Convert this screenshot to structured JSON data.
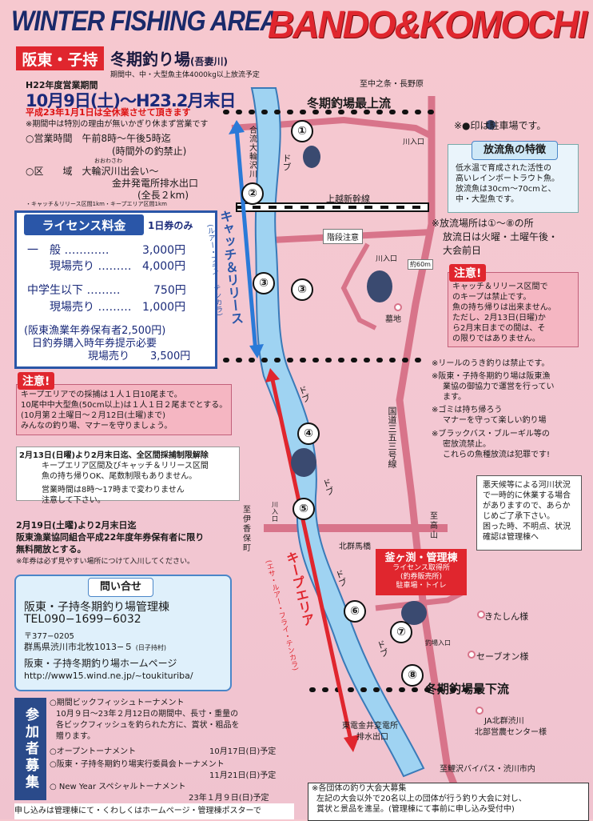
{
  "header": {
    "title_en": "WINTER FISHING AREA",
    "title_brand": "BANDO&KOMOCHI",
    "tag": "阪東・子持",
    "subtitle": "冬期釣り場",
    "subtitle_small": "(吾妻川)",
    "subnote": "期間中、中・大型魚主体4000kg以上放流予定"
  },
  "season": {
    "label": "H22年度営業期間",
    "period": "10月9日(土)〜H23.2月末日",
    "closed": "平成23年1月1日は全休業させて頂きます",
    "note": "※期間中は特別の理由が無いかぎり休まず営業です",
    "hours": "○営業時間　午前8時〜午後5時迄",
    "hours2": "(時間外の釣禁止)",
    "area_ruby": "おおわさわ",
    "area": "○区　　域　大輪沢川出会い〜",
    "area2": "金井発電所排水出口",
    "area3": "(全長２km)",
    "sections": "・キャッチ＆リリース区間1km・キープエリア区間1km"
  },
  "licence": {
    "head": "ライセンス料金",
    "sub": "1日券のみ",
    "rows": [
      {
        "label": "一　般 …………",
        "price": "3,000円"
      },
      {
        "label": "現場売り ………",
        "price": "4,000円"
      },
      {
        "label": "中学生以下 ………",
        "price": "750円"
      },
      {
        "label": "現場売り ………",
        "price": "1,000円"
      }
    ],
    "member": "(阪東漁業年券保有者2,500円)",
    "member2": "日釣券購入時年券提示必要",
    "member3": "現場売り　　3,500円"
  },
  "warning1": {
    "tag": "注意!",
    "lines": [
      "キープエリアでの採捕は１人１日10尾まで。",
      "10尾中中大型魚(50cm以上)は１人１日２尾までとする。",
      "(10月第２土曜日〜２月12日(土曜)まで)",
      "みんなの釣り場、マナーを守りましょう。"
    ]
  },
  "notice_feb13": {
    "head": "2月13日(日曜)より2月末日迄、全区間採捕制限解除",
    "lines": [
      "キープエリア区間及びキャッチ＆リリース区間",
      "魚の持ち帰りOK、尾数制限もありません。",
      "営業時間は8時〜17時まで変わりません",
      "注意して下さい。"
    ]
  },
  "notice_feb19": {
    "lines": [
      "2月19日(土曜)より2月末日迄",
      "阪東漁業協同組合平成22年度年券保有者に限り",
      "無料開放とする。"
    ],
    "note": "※年券は必ず見やすい場所につけて入川してください。"
  },
  "contact": {
    "head": "問い合せ",
    "org": "阪東・子持冬期釣り場管理棟",
    "tel": "TEL090−1699−6032",
    "zip": "〒377−0205",
    "addr": "群馬県渋川市北牧1013−５",
    "addr_small": "(日子持村)",
    "web_label": "阪東・子持冬期釣り場ホームページ",
    "url": "http://www15.wind.ne.jp/~toukituriba/"
  },
  "recruit": {
    "label": "参加者募集",
    "items": [
      "○期間ビックフィッシュトーナメント",
      "10月９日〜23年２月12日の期間中、長寸・重量の",
      "各ビックフィッシュを釣られた方に、賞状・粗品を",
      "贈ります。",
      "○オープントーナメント",
      "○阪東・子持冬期釣り場実行委員会トーナメント",
      "○ New Year スペシャルトーナメント"
    ],
    "date1": "10月17日(日)予定",
    "date2": "11月21日(日)予定",
    "date3": "23年１月９日(日)予定",
    "bottom": "申し込みは管理棟にて・くわしくはホームページ・管理棟ポスターで"
  },
  "map": {
    "top_label": "冬期釣場最上流",
    "bottom_label": "冬期釣場最下流",
    "to_top": "至中之条・長野原",
    "parking_note": "※●印は駐車場です。",
    "river_in1": "川入口",
    "railway": "上越新幹線",
    "stairs": "階段注意",
    "river_in2": "川入口",
    "dist": "約60m",
    "grave": "墓地",
    "confluence": "合流大輪沢川",
    "catch_release": "キャッチ＆リリース",
    "catch_release_sub": "(ルアー・フライ・テンカラ)",
    "keep_area": "キープエリア",
    "keep_area_sub": "(エサ・ルアー・フライ・テンカラ)",
    "dobu": "ドブ",
    "route": "国道三五三号線",
    "to_ikaho": "至伊香保町",
    "river_in3": "川入口",
    "to_takayama": "至高山",
    "kitagunma": "北群馬橋",
    "hq": "釜ヶ渕・管理棟",
    "hq_sub": "ライセンス取得所",
    "hq_sub2": "(釣券販売所)",
    "hq_sub3": "駐車場・トイレ",
    "kitashin": "きたしん様",
    "river_in4": "釣場入口",
    "seven": "セーブオン様",
    "ja": "JA北群渋川",
    "ja2": "北部営農センター様",
    "tepco": "東電金井変電所",
    "tepco2": "排水出口",
    "bypass": "至鯉沢バイパス・渋川市内",
    "numbers": [
      "①",
      "②",
      "③",
      "③",
      "④",
      "⑤",
      "⑥",
      "⑦",
      "⑧"
    ]
  },
  "fish_box": {
    "head": "放流魚の特徴",
    "lines": [
      "低水温で育成された活性の",
      "高いレインボートラウト魚。",
      "放流魚は30cm〜70cmと、",
      "中・大型魚です。"
    ]
  },
  "release_info": {
    "lines": [
      "※放流場所は①〜⑧の所",
      "放流日は火曜・土曜午後・",
      "大会前日"
    ]
  },
  "warning2": {
    "tag": "注意!",
    "lines": [
      "キャッチ＆リリース区間で",
      "のキープは禁止です。",
      "魚の持ち帰りは出来ません。",
      "ただし、2月13日(日曜)か",
      "ら2月末日までの間は、そ",
      "の限りではありません。"
    ]
  },
  "rules": {
    "lines": [
      "※リールのうき釣りは禁止です。",
      "※阪東・子持冬期釣り場は阪東漁",
      "業協の御協力で運営を行ってい",
      "ます。",
      "※ゴミは持ち帰ろう",
      "マナーを守って楽しい釣り場",
      "※ブラックバス・ブルーギル等の",
      "密放流禁止。",
      "これらの魚種放流は犯罪です!"
    ]
  },
  "weather_box": {
    "lines": [
      "悪天候等による河川状況",
      "で一時的に休業する場合",
      "がありますので、あらか",
      "じめご了承下さい。",
      "困った時、不明点、状況",
      "確認は管理棟へ"
    ]
  },
  "group_note": {
    "lines": [
      "※各団体の釣り大会大募集",
      "左記の大会以外で20名以上の団体が行う釣り大会に対し、",
      "賞状と景品を進呈。(管理棟にて事前に申し込み受付中)"
    ]
  },
  "colors": {
    "accent_red": "#e0262e",
    "navy": "#1a2a6a",
    "river": "#9fd3f2",
    "blue": "#2a56a8"
  }
}
